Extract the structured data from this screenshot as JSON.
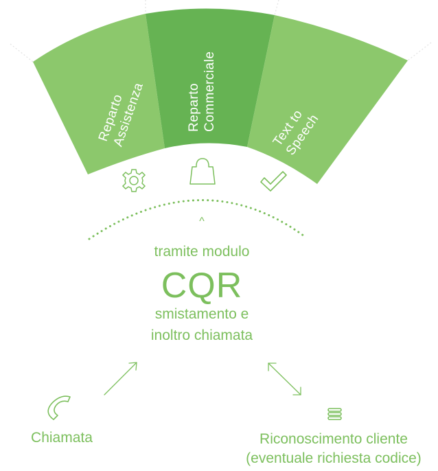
{
  "colors": {
    "accent": "#7cbf5d",
    "sector_light": "#8cc86c",
    "sector_dark": "#66b353",
    "sector_text": "#ffffff"
  },
  "sectors": [
    {
      "line1": "Reparto",
      "line2": "Assistenza",
      "icon": "gear-icon"
    },
    {
      "line1": "Reparto",
      "line2": "Commerciale",
      "icon": "shopping-bag-icon"
    },
    {
      "line1": "Text to",
      "line2": "Speech",
      "icon": "checkmark-icon"
    }
  ],
  "center": {
    "caret": "^",
    "top_line": "tramite modulo",
    "brand": "CQR",
    "line1": "smistamento e",
    "line2": "inoltro chiamata"
  },
  "bottom_left": {
    "label": "Chiamata",
    "icon": "phone-icon"
  },
  "bottom_right": {
    "line1": "Riconoscimento cliente",
    "line2": "(eventuale richiesta codice)",
    "icon": "menu-lines-icon"
  }
}
